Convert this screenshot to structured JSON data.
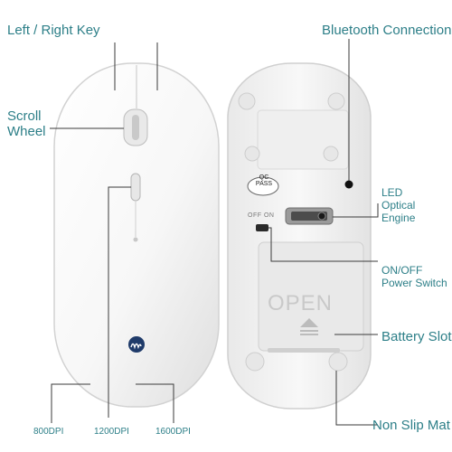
{
  "labels": {
    "left_right_key": "Left / Right Key",
    "scroll_wheel": "Scroll\nWheel",
    "bluetooth_connection": "Bluetooth Connection",
    "led_optical_engine": "LED\nOptical Engine",
    "on_off_power_switch": "ON/OFF\nPower Switch",
    "battery_slot": "Battery Slot",
    "non_slip_mat": "Non Slip Mat",
    "dpi_800": "800DPI",
    "dpi_1200": "1200DPI",
    "dpi_1600": "1600DPI"
  },
  "mouse_back": {
    "qc_pass": "QC\nPASS",
    "switch_label": "OFF ON",
    "cover_text": "OPEN"
  },
  "colors": {
    "label_color": "#2d7f88",
    "mouse_body": "#f2f2f2",
    "leader_line": "#3a3a3a"
  }
}
